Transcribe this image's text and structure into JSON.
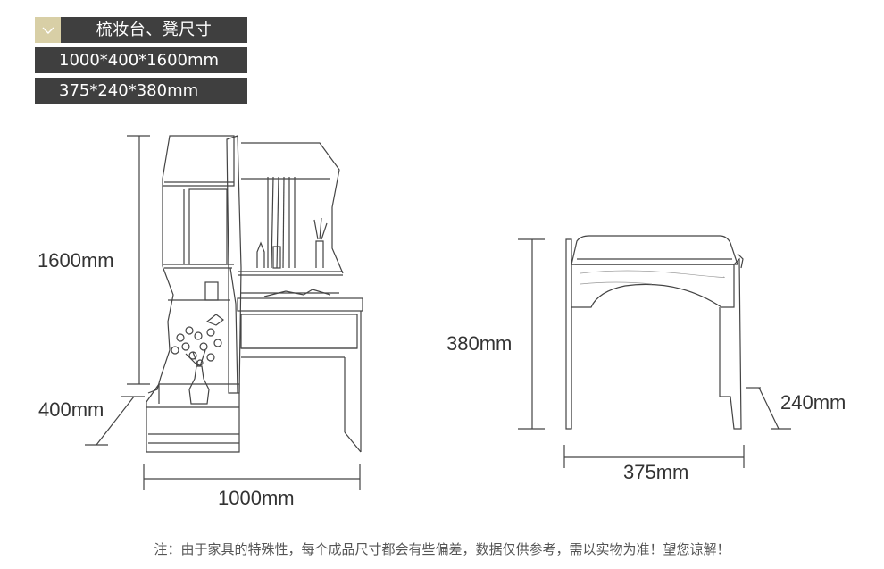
{
  "header": {
    "title": "梳妆台、凳尺寸",
    "badge_icon": "chevron-down-icon",
    "badge_color": "#d8cfa6",
    "bar_color": "#3f3f3f"
  },
  "specs": {
    "vanity": "1000*400*1600mm",
    "stool": "375*240*380mm"
  },
  "dimensions": {
    "vanity_height": "1600mm",
    "vanity_depth": "400mm",
    "vanity_width": "1000mm",
    "stool_height": "380mm",
    "stool_depth": "240mm",
    "stool_width": "375mm"
  },
  "footer": {
    "note": "注：由于家具的特殊性，每个成品尺寸都会有些偏差，数据仅供参考，需以实物为准！望您谅解！"
  }
}
